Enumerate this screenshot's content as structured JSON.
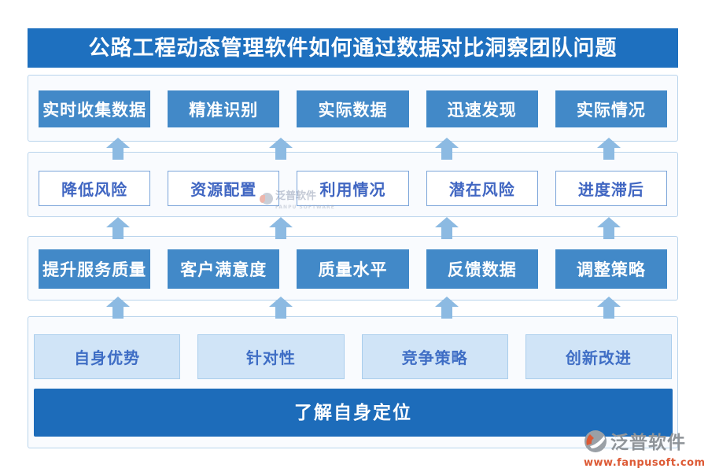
{
  "title": "公路工程动态管理软件如何通过数据对比洞察团队问题",
  "rows": [
    {
      "name": "data-collection",
      "items": [
        "实时收集数据",
        "精准识别",
        "实际数据",
        "迅速发现",
        "实际情况"
      ]
    },
    {
      "name": "risk",
      "items": [
        "降低风险",
        "资源配置",
        "利用情况",
        "潜在风险",
        "进度滞后"
      ]
    },
    {
      "name": "service-quality",
      "items": [
        "提升服务质量",
        "客户满意度",
        "质量水平",
        "反馈数据",
        "调整策略"
      ]
    },
    {
      "name": "positioning",
      "items": [
        "自身优势",
        "针对性",
        "竞争策略",
        "创新改进"
      ]
    }
  ],
  "footer_bar": {
    "label": "了解自身定位"
  },
  "watermark": {
    "brand": "泛普软件",
    "brand_sub": "FANPU SOFTWARE",
    "url": "www.fanpusoft.com"
  },
  "colors": {
    "title_bg": "#1e70bf",
    "solid_button_bg": "#4289c8",
    "outline_button_text": "#4066c2",
    "tint_button_bg": "#d0e4f7",
    "footer_bg": "#1d6cba",
    "arrow": "#8cbae2",
    "panel_border": "#b9d4ec",
    "watermark_gray": "#8f9499",
    "watermark_red": "#dd5a35"
  }
}
